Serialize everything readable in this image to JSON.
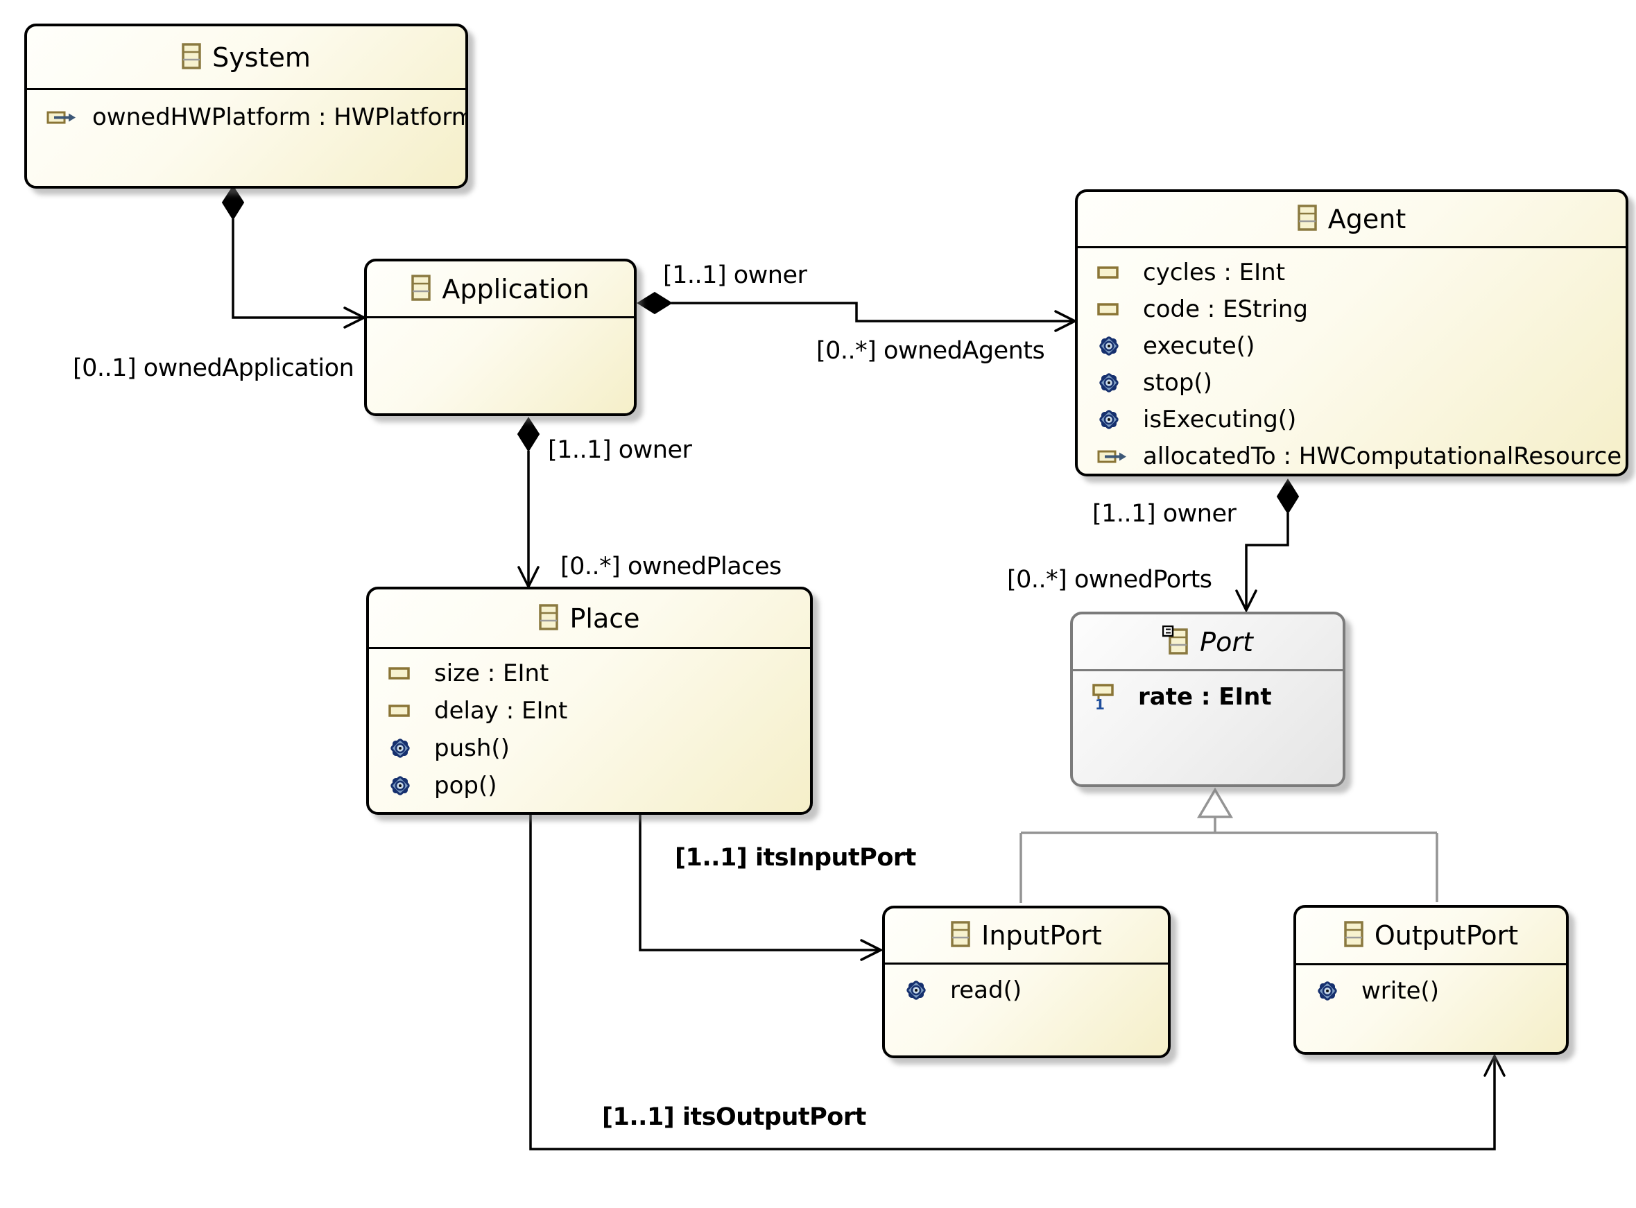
{
  "diagram": {
    "kind": "ecore-class-diagram",
    "classes": {
      "system": {
        "name": "System",
        "is_abstract": false,
        "members": [
          {
            "icon": "ereference-icon",
            "label": "ownedHWPlatform : HWPlatform"
          }
        ]
      },
      "application": {
        "name": "Application",
        "is_abstract": false,
        "members": []
      },
      "agent": {
        "name": "Agent",
        "is_abstract": false,
        "members": [
          {
            "icon": "eattribute-icon",
            "label": "cycles : EInt"
          },
          {
            "icon": "eattribute-icon",
            "label": "code : EString"
          },
          {
            "icon": "eoperation-icon",
            "label": "execute()"
          },
          {
            "icon": "eoperation-icon",
            "label": "stop()"
          },
          {
            "icon": "eoperation-icon",
            "label": "isExecuting()"
          },
          {
            "icon": "ereference-icon",
            "label": "allocatedTo : HWComputationalResource"
          }
        ]
      },
      "place": {
        "name": "Place",
        "is_abstract": false,
        "members": [
          {
            "icon": "eattribute-icon",
            "label": "size : EInt"
          },
          {
            "icon": "eattribute-icon",
            "label": "delay : EInt"
          },
          {
            "icon": "eoperation-icon",
            "label": "push()"
          },
          {
            "icon": "eoperation-icon",
            "label": "pop()"
          }
        ]
      },
      "port": {
        "name": "Port",
        "is_abstract": true,
        "members": [
          {
            "icon": "eattribute-required-icon",
            "label": "rate : EInt"
          }
        ]
      },
      "inputport": {
        "name": "InputPort",
        "is_abstract": false,
        "members": [
          {
            "icon": "eoperation-icon",
            "label": "read()"
          }
        ]
      },
      "outputport": {
        "name": "OutputPort",
        "is_abstract": false,
        "members": [
          {
            "icon": "eoperation-icon",
            "label": "write()"
          }
        ]
      }
    },
    "edges": {
      "system_application": {
        "type": "composition",
        "target_label": "[0..1] ownedApplication"
      },
      "application_agent": {
        "type": "composition",
        "owner_label": "[1..1] owner",
        "target_label": "[0..*] ownedAgents"
      },
      "application_place": {
        "type": "composition",
        "owner_label": "[1..1] owner",
        "target_label": "[0..*] ownedPlaces"
      },
      "agent_port": {
        "type": "composition",
        "owner_label": "[1..1] owner",
        "target_label": "[0..*] ownedPorts"
      },
      "place_inputport": {
        "type": "reference",
        "target_label": "[1..1] itsInputPort"
      },
      "place_outputport": {
        "type": "reference",
        "target_label": "[1..1] itsOutputPort"
      },
      "inputport_port": {
        "type": "generalization"
      },
      "outputport_port": {
        "type": "generalization"
      }
    },
    "colors": {
      "class_fill_top": "#fffffb",
      "class_fill_bottom": "#f5efc9",
      "class_border": "#000000",
      "abstract_fill_top": "#fdfdfd",
      "abstract_fill_bottom": "#e5e5e5",
      "abstract_border": "#7b7b7b",
      "generalization_gray": "#949494",
      "icon_khaki": "#8a7940",
      "icon_cream": "#f7f2cf",
      "operation_blue": "#1d3468",
      "reference_arrow": "#3d5877",
      "required_one_blue": "#1f4e9c"
    }
  }
}
